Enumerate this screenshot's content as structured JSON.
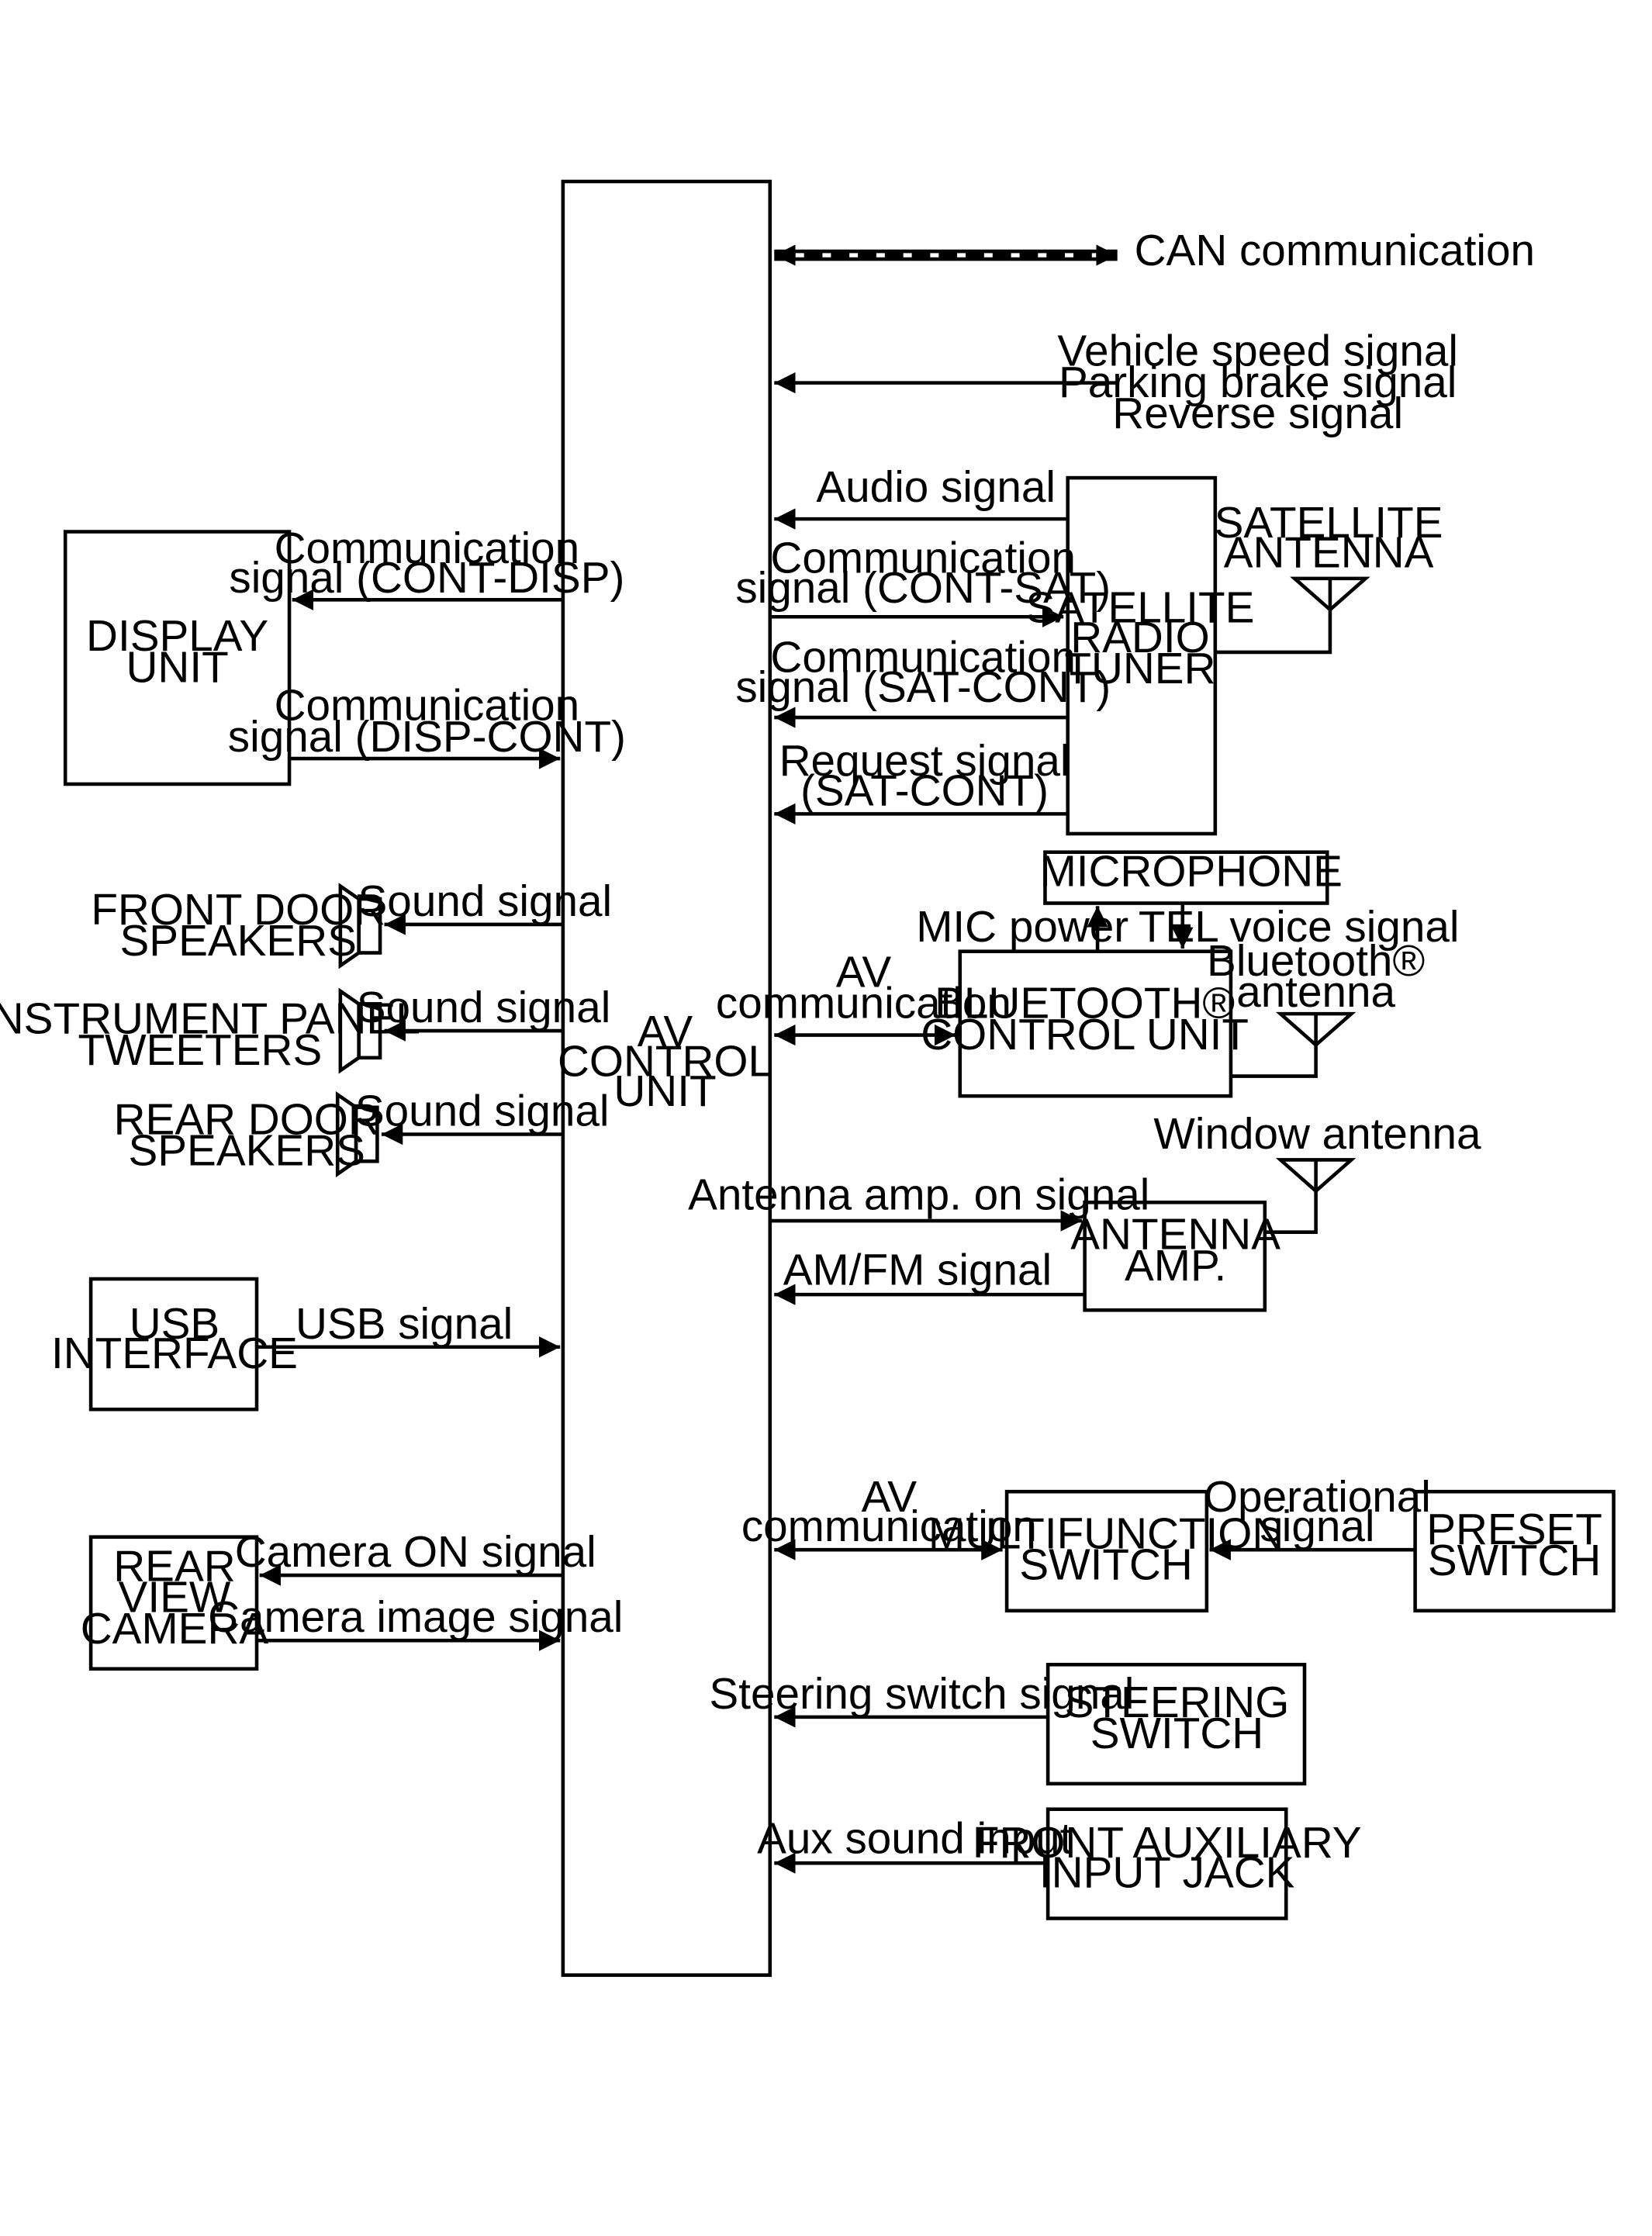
{
  "av_control_unit": [
    "AV",
    "CONTROL",
    "UNIT"
  ],
  "can": {
    "label": "CAN communication"
  },
  "vehicle_signals": [
    "Vehicle speed signal",
    "Parking brake signal",
    "Reverse signal"
  ],
  "display_unit": {
    "label": [
      "DISPLAY",
      "UNIT"
    ],
    "to_display": [
      "Communication",
      "signal (CONT-DISP)"
    ],
    "from_display": [
      "Communication",
      "signal (DISP-CONT)"
    ]
  },
  "speakers": [
    {
      "label": [
        "FRONT DOOR",
        "SPEAKERS"
      ],
      "signal": "Sound signal"
    },
    {
      "label": [
        "INSTRUMENT PANEL",
        "TWEETERS"
      ],
      "signal": "Sound signal"
    },
    {
      "label": [
        "REAR DOOR",
        "SPEAKERS"
      ],
      "signal": "Sound signal"
    }
  ],
  "usb": {
    "label": [
      "USB",
      "INTERFACE"
    ],
    "signal": "USB signal"
  },
  "camera": {
    "label": [
      "REAR",
      "VIEW",
      "CAMERA"
    ],
    "on_signal": "Camera ON signal",
    "image_signal": "Camera image signal"
  },
  "satellite": {
    "tuner": [
      "SATELLITE",
      "RADIO",
      "TUNER"
    ],
    "antenna": [
      "SATELLITE",
      "ANTENNA"
    ],
    "audio": "Audio signal",
    "cont_sat": [
      "Communication",
      "signal (CONT-SAT)"
    ],
    "sat_cont": [
      "Communication",
      "signal (SAT-CONT)"
    ],
    "request": [
      "Request signal",
      "(SAT-CONT)"
    ]
  },
  "bluetooth": {
    "microphone": "MICROPHONE",
    "mic_power": "MIC power",
    "tel_voice": "TEL voice signal",
    "antenna": [
      "Bluetooth®",
      "antenna"
    ],
    "unit": [
      "BLUETOOTH®",
      "CONTROL UNIT"
    ],
    "comm": [
      "AV",
      "communication"
    ]
  },
  "antenna_amp": {
    "window": "Window antenna",
    "label": [
      "ANTENNA",
      "AMP."
    ],
    "on_signal": "Antenna amp. on signal",
    "amfm": "AM/FM signal"
  },
  "multifunction": {
    "label": [
      "MULTIFUNCTION",
      "SWITCH"
    ],
    "comm": [
      "AV",
      "communication"
    ],
    "op_signal": [
      "Operational",
      "signal"
    ],
    "preset": [
      "PRESET",
      "SWITCH"
    ]
  },
  "steering": {
    "label": [
      "STEERING",
      "SWITCH"
    ],
    "signal": "Steering switch signal"
  },
  "aux": {
    "label": [
      "FRONT AUXILIARY",
      "INPUT JACK"
    ],
    "signal": "Aux sound input"
  }
}
